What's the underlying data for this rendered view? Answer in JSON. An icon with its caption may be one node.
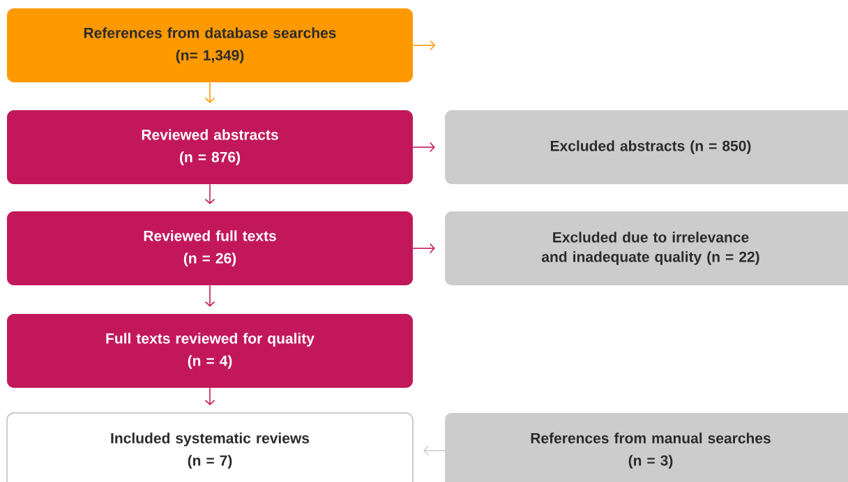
{
  "diagram": {
    "nodes": [
      {
        "text": [
          "References from database searches",
          "(n= 1,349)"
        ]
      },
      {
        "text": [
          "Reviewed abstracts",
          "(n = 876)"
        ]
      },
      {
        "text": [
          "Excluded abstracts (n = 850)"
        ]
      },
      {
        "text": [
          "Reviewed full texts",
          "(n = 26)"
        ]
      },
      {
        "text": [
          "Excluded due to irrelevance and inadequate quality (n = 22)"
        ]
      },
      {
        "text": [
          "Full texts reviewed for quality",
          "(n = 4)"
        ]
      },
      {
        "text": [
          "Included systematic reviews",
          "(n = 7)"
        ]
      },
      {
        "text": [
          "References from manual searches",
          "(n = 3)"
        ]
      }
    ],
    "edges": [
      {
        "from": 0,
        "to": null,
        "arrow": "to",
        "color": "#ff9900"
      },
      {
        "from": 0,
        "to": 1,
        "arrow": "to",
        "color": "#ff9900"
      },
      {
        "from": 1,
        "to": 2,
        "arrow": "to"
      },
      {
        "from": 1,
        "to": 3,
        "arrow": "to"
      },
      {
        "from": 3,
        "to": 4,
        "arrow": "to"
      },
      {
        "from": 3,
        "to": 5,
        "arrow": "to"
      },
      {
        "from": 5,
        "to": 6,
        "arrow": "to"
      },
      {
        "from": 7,
        "to": 6,
        "arrow": "to",
        "color": "#cccccc"
      }
    ]
  }
}
